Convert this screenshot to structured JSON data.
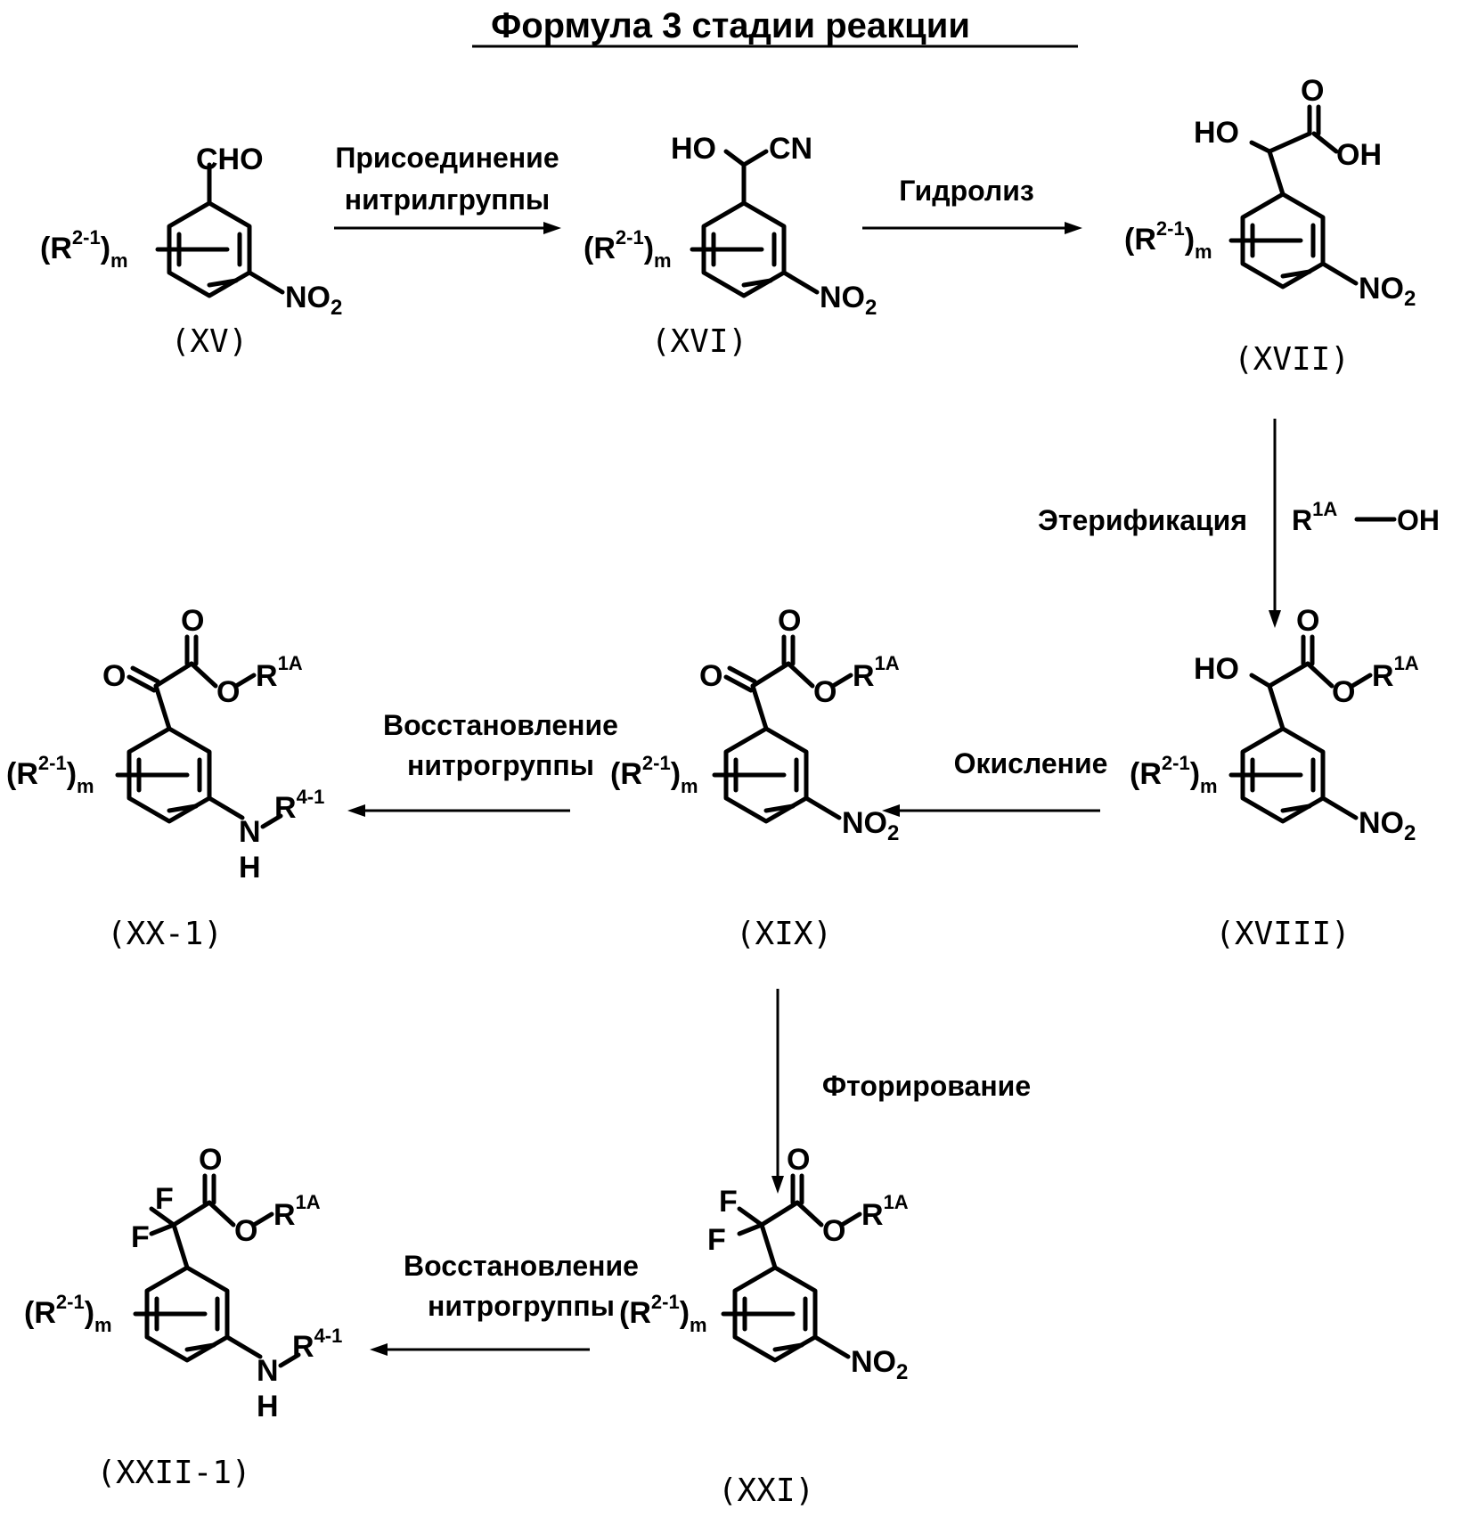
{
  "title": "Формула 3 стадии реакции",
  "compounds": [
    {
      "label": "(XV)",
      "top_group": "CHO",
      "substituent_R": "R",
      "substituent_sup": "2-1",
      "substituent_sub": "m",
      "ring_group": "NO",
      "ring_group_sub": "2"
    },
    {
      "label": "(XVI)",
      "side_left": "HO",
      "side_right": "CN",
      "substituent_R": "R",
      "substituent_sup": "2-1",
      "substituent_sub": "m",
      "ring_group": "NO",
      "ring_group_sub": "2"
    },
    {
      "label": "(XVII)",
      "side_left": "HO",
      "carbonyl_O": "O",
      "side_right": "OH",
      "substituent_R": "R",
      "substituent_sup": "2-1",
      "substituent_sub": "m",
      "ring_group": "NO",
      "ring_group_sub": "2"
    },
    {
      "label": "(XVIII)",
      "side_left": "HO",
      "carbonyl_O": "O",
      "ester_O": "O",
      "ester_R": "R",
      "ester_sup": "1A",
      "substituent_R": "R",
      "substituent_sup": "2-1",
      "substituent_sub": "m",
      "ring_group": "NO",
      "ring_group_sub": "2"
    },
    {
      "label": "(XIX)",
      "keto_O": "O",
      "carbonyl_O": "O",
      "ester_O": "O",
      "ester_R": "R",
      "ester_sup": "1A",
      "substituent_R": "R",
      "substituent_sup": "2-1",
      "substituent_sub": "m",
      "ring_group": "NO",
      "ring_group_sub": "2"
    },
    {
      "label": "(XX-1)",
      "keto_O": "O",
      "carbonyl_O": "O",
      "ester_O": "O",
      "ester_R": "R",
      "ester_sup": "1A",
      "substituent_R": "R",
      "substituent_sup": "2-1",
      "substituent_sub": "m",
      "amine_N": "N",
      "amine_H": "H",
      "amine_R": "R",
      "amine_sup": "4-1"
    },
    {
      "label": "(XXI)",
      "fluoro_1": "F",
      "fluoro_2": "F",
      "carbonyl_O": "O",
      "ester_O": "O",
      "ester_R": "R",
      "ester_sup": "1A",
      "substituent_R": "R",
      "substituent_sup": "2-1",
      "substituent_sub": "m",
      "ring_group": "NO",
      "ring_group_sub": "2"
    },
    {
      "label": "(XXII-1)",
      "fluoro_1": "F",
      "fluoro_2": "F",
      "carbonyl_O": "O",
      "ester_O": "O",
      "ester_R": "R",
      "ester_sup": "1A",
      "substituent_R": "R",
      "substituent_sup": "2-1",
      "substituent_sub": "m",
      "amine_N": "N",
      "amine_H": "H",
      "amine_R": "R",
      "amine_sup": "4-1"
    }
  ],
  "steps": [
    {
      "line1": "Присоединение",
      "line2": "нитрилгруппы"
    },
    {
      "line1": "Гидролиз"
    },
    {
      "line1": "Этерификация",
      "reagent_R": "R",
      "reagent_sup": "1A",
      "reagent_OH": "OH"
    },
    {
      "line1": "Окисление"
    },
    {
      "line1": "Восстановление",
      "line2": "нитрогруппы"
    },
    {
      "line1": "Фторирование"
    },
    {
      "line1": "Восстановление",
      "line2": "нитрогруппы"
    }
  ]
}
